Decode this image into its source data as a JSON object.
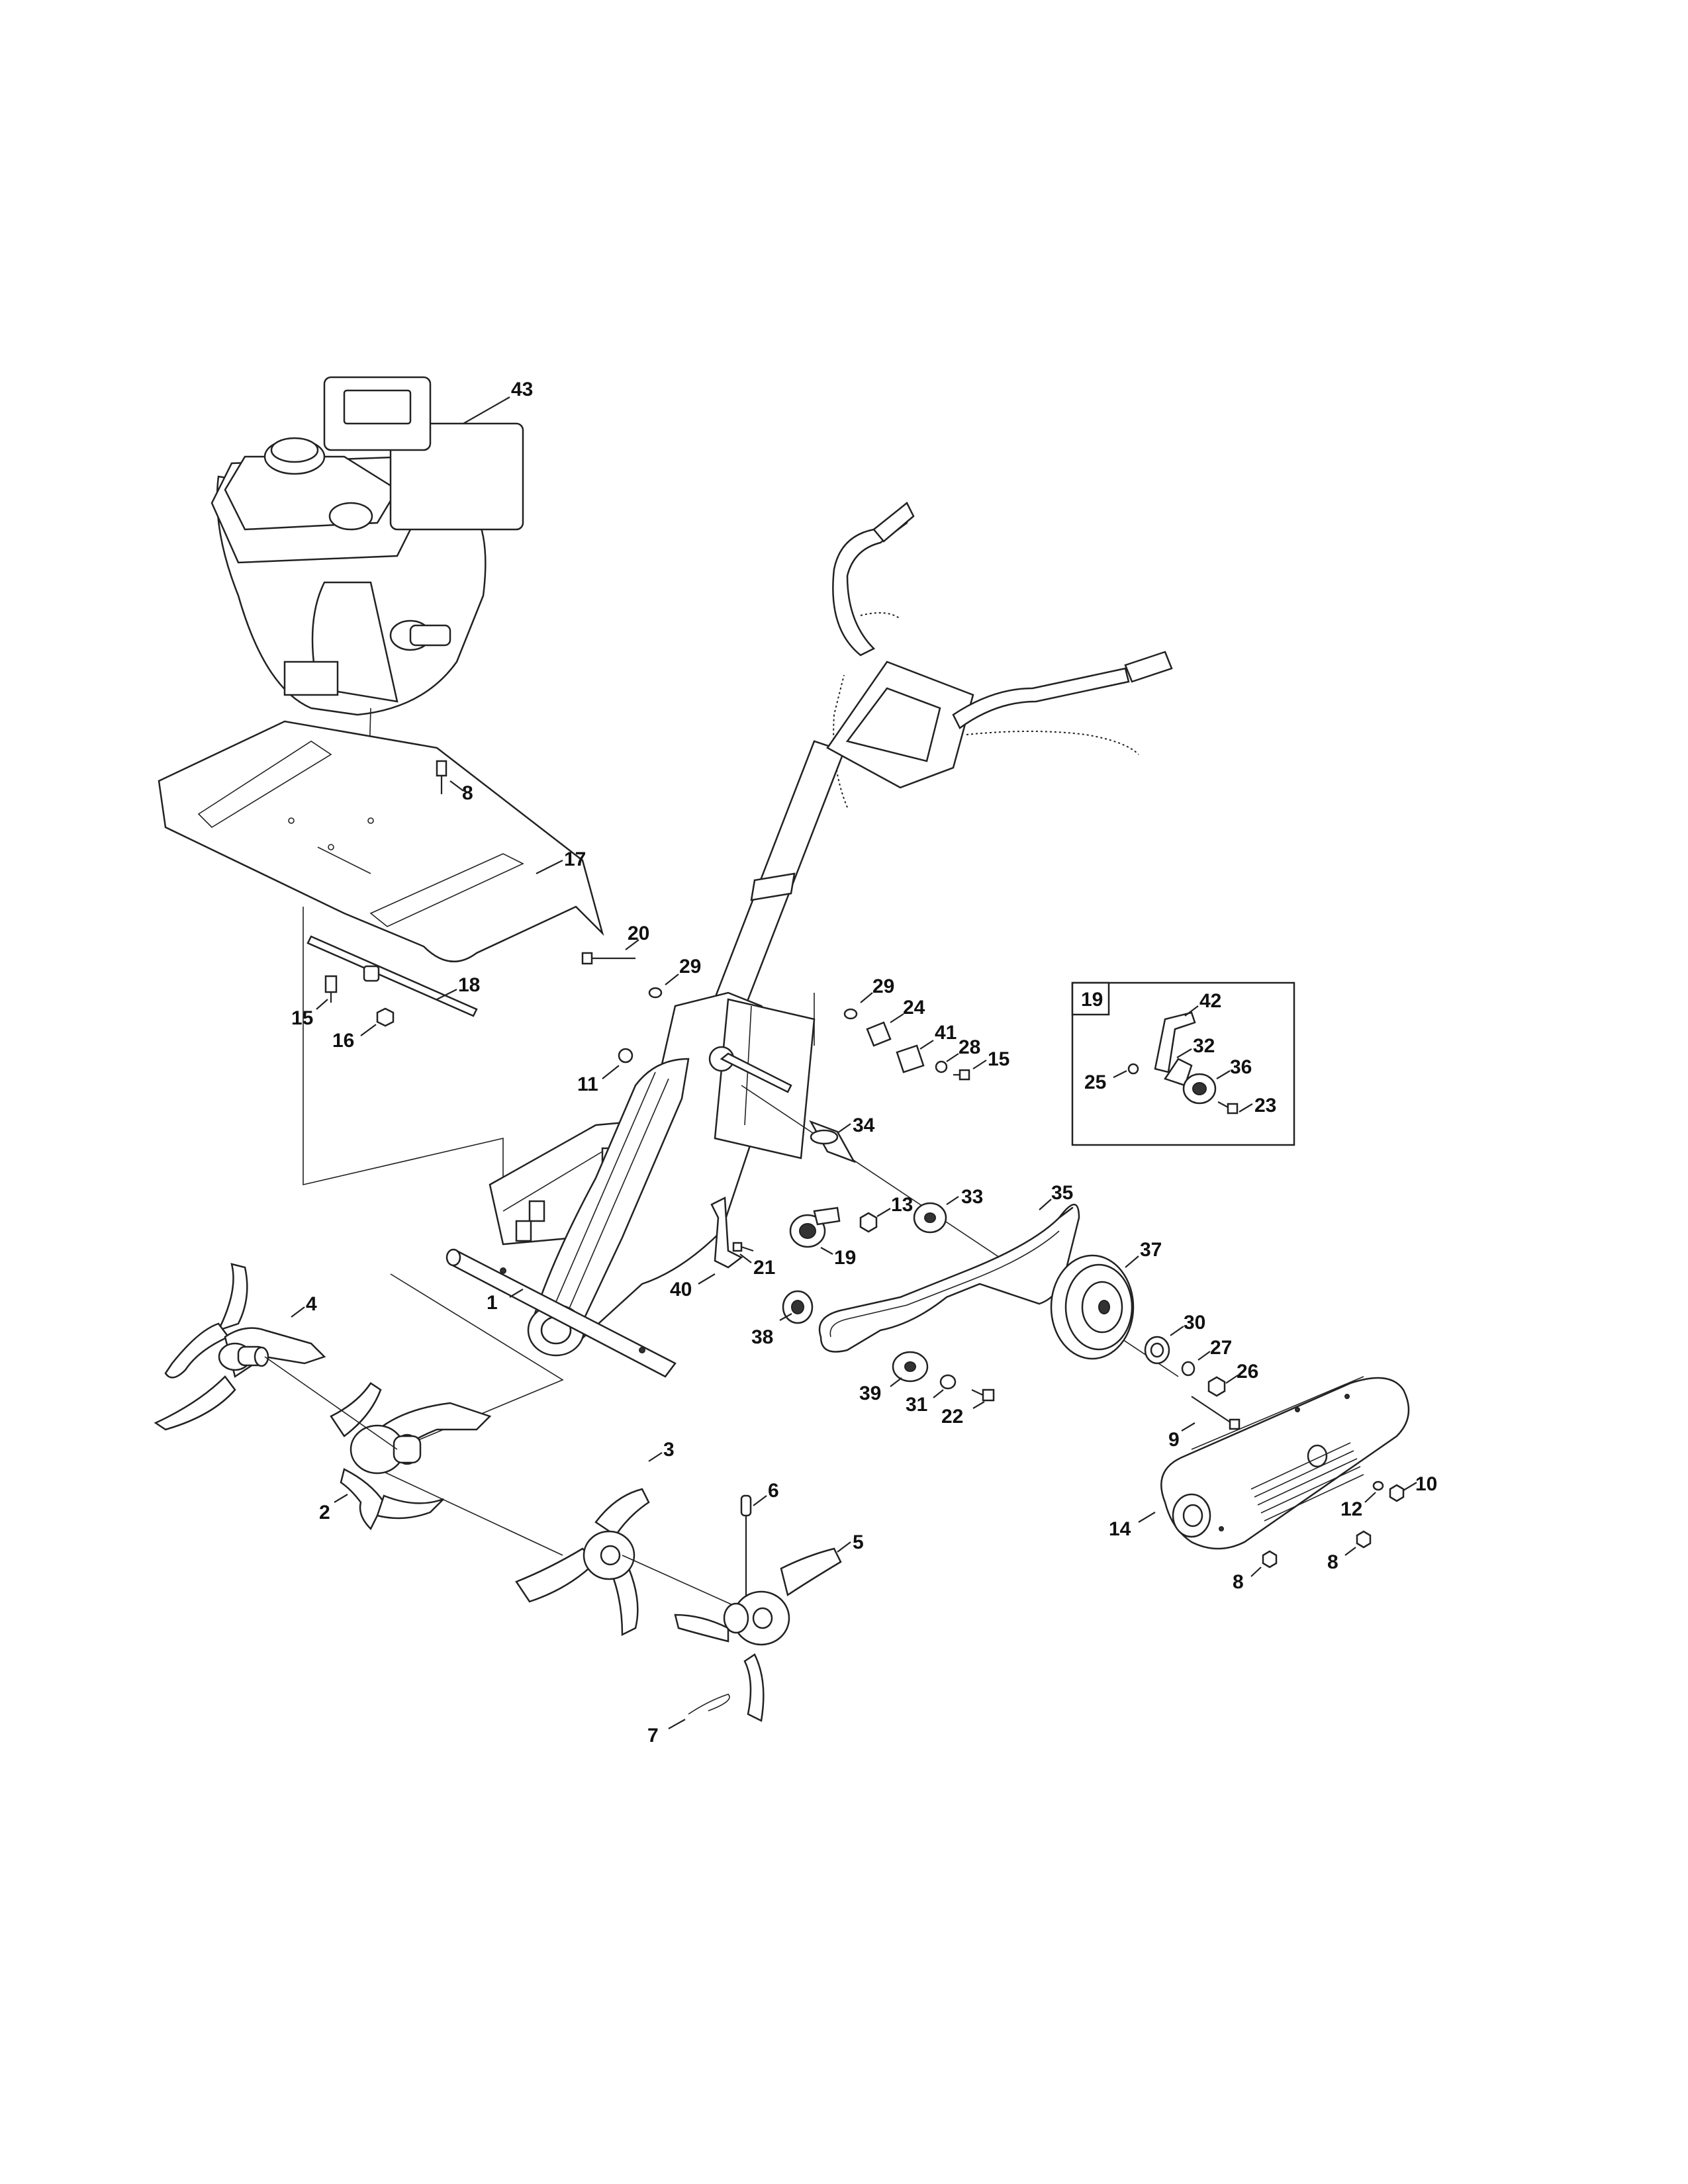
{
  "diagram": {
    "inset_title": "19",
    "callouts": {
      "c1": "1",
      "c2": "2",
      "c3": "3",
      "c4": "4",
      "c5": "5",
      "c6": "6",
      "c7": "7",
      "c8a": "8",
      "c8b": "8",
      "c8c": "8",
      "c9": "9",
      "c10": "10",
      "c11": "11",
      "c12": "12",
      "c13": "13",
      "c14": "14",
      "c15a": "15",
      "c15b": "15",
      "c16": "16",
      "c17": "17",
      "c18": "18",
      "c19": "19",
      "c20": "20",
      "c21": "21",
      "c22": "22",
      "c23": "23",
      "c24": "24",
      "c25": "25",
      "c26": "26",
      "c27": "27",
      "c28": "28",
      "c29a": "29",
      "c29b": "29",
      "c30": "30",
      "c31": "31",
      "c32": "32",
      "c33": "33",
      "c34": "34",
      "c35": "35",
      "c36": "36",
      "c37": "37",
      "c38": "38",
      "c39": "39",
      "c40": "40",
      "c41": "41",
      "c42": "42",
      "c43": "43"
    }
  }
}
